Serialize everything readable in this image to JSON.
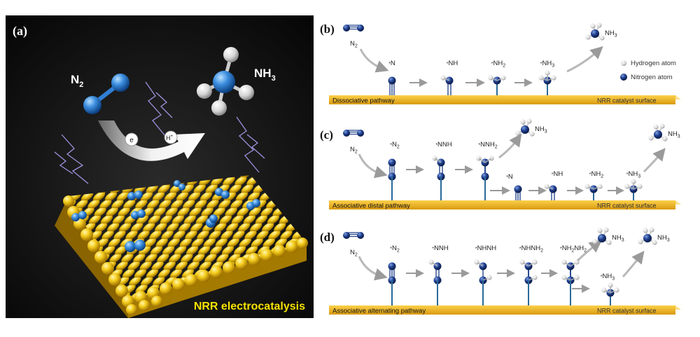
{
  "panel_a": {
    "label": "(a)",
    "reactant": "N",
    "reactant_sub": "2",
    "product": "NH",
    "product_sub": "3",
    "electron": "e",
    "proton": "H",
    "proton_sup": "+",
    "caption": "NRR electrocatalysis"
  },
  "legend": {
    "hydrogen": "Hydrogen atom",
    "nitrogen": "Nitrogen atom"
  },
  "surface_label": "NRR catalyst surface",
  "gas_label": "N",
  "gas_sub": "2",
  "product_label": "NH",
  "product_sub": "3",
  "panel_b": {
    "label": "(b)",
    "pathway": "Dissociative pathway",
    "species": [
      "*N",
      "*NH",
      "*NH2",
      "*NH3"
    ]
  },
  "panel_c": {
    "label": "(c)",
    "pathway": "Associative distal pathway",
    "species_top": [
      "*N2",
      "*NNH",
      "*NNH2"
    ],
    "species_bottom": [
      "*N",
      "*NH",
      "*NH2",
      "*NH3"
    ]
  },
  "panel_d": {
    "label": "(d)",
    "pathway": "Associative alternating pathway",
    "species": [
      "*N2",
      "*NNH",
      "*NHNH",
      "*NHNH2",
      "*NH2NH2",
      "*NH3"
    ]
  },
  "colors": {
    "nitrogen": "#1f3f8f",
    "hydrogen": "#e8e8e8",
    "surface": "#f0b324",
    "n2_blue": "#3d8fe0",
    "gold": "#f5c81a"
  }
}
